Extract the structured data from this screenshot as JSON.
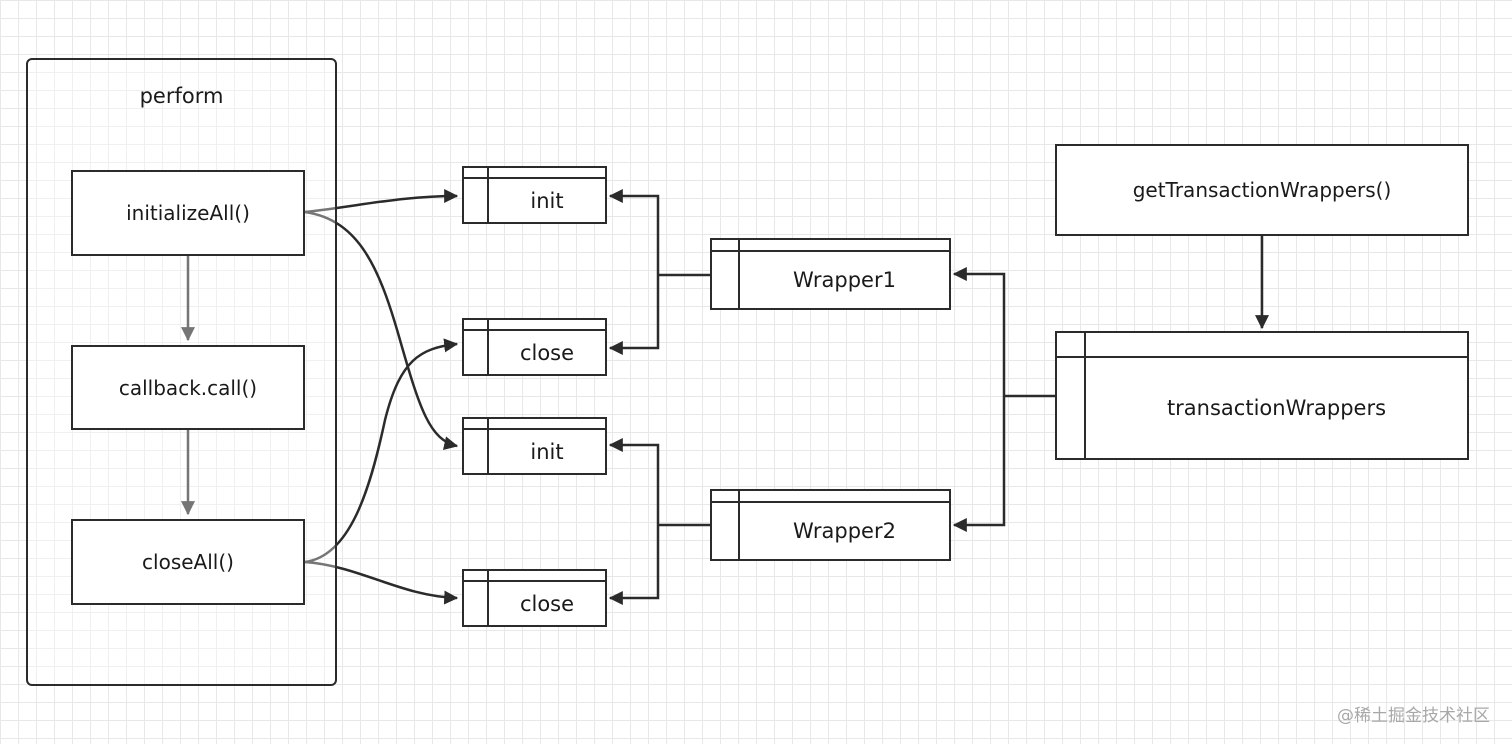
{
  "perform": {
    "title": "perform",
    "steps": [
      "initializeAll()",
      "callback.call()",
      "closeAll()"
    ]
  },
  "wrapper1": {
    "name": "Wrapper1",
    "init": "init",
    "close": "close"
  },
  "wrapper2": {
    "name": "Wrapper2",
    "init": "init",
    "close": "close"
  },
  "get_wrappers": "getTransactionWrappers()",
  "transaction_wrappers": "transactionWrappers",
  "watermark": "@稀土掘金技术社区",
  "colors": {
    "line": "#2b2b2b",
    "grid": "#e8e8e8",
    "watermark": "#a8a8a8"
  }
}
